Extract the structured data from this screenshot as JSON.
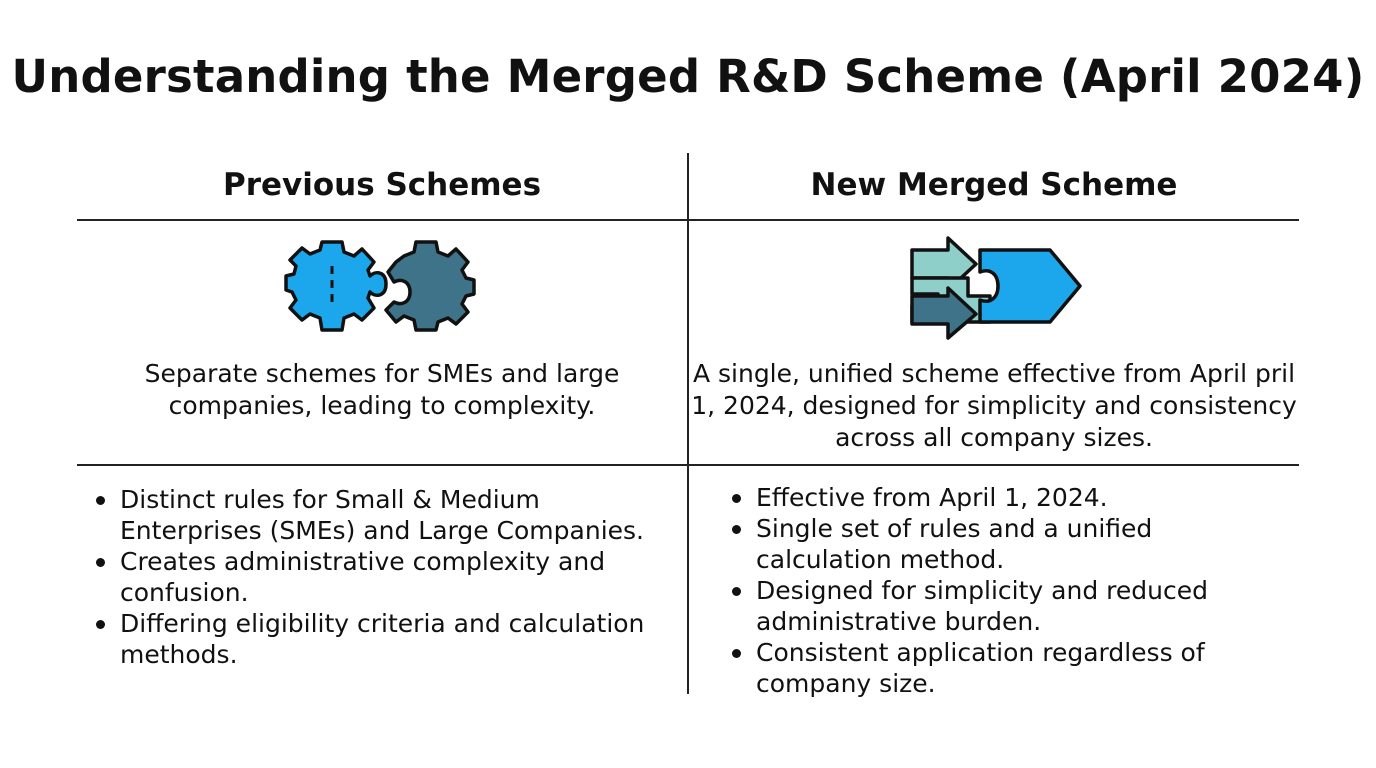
{
  "title": "Understanding the Merged R&D Scheme (April 2024)",
  "left": {
    "heading": "Previous Schemes",
    "icon": "separate-puzzle-pieces-icon",
    "summary": "Separate schemes for SMEs and large companies, leading to complexity.",
    "bullets": [
      "Distinct rules for Small & Medium Enterprises (SMEs) and Large Companies.",
      "Creates administrative complexity and confusion.",
      "Differing eligibility criteria and calculation methods."
    ]
  },
  "right": {
    "heading": "New Merged Scheme",
    "icon": "merging-arrows-icon",
    "summary": "A single, unified scheme effective from April pril 1, 2024, designed for simplicity and consistency across all company sizes.",
    "bullets": [
      "Effective from April 1, 2024.",
      "Single set of rules and a unified calculation method.",
      "Designed for simplicity and reduced administrative burden.",
      "Consistent application regardless of company size."
    ]
  },
  "colors": {
    "blue": "#1CA7EC",
    "slate": "#3E7389",
    "teal": "#8ECFC9",
    "line": "#222222"
  }
}
